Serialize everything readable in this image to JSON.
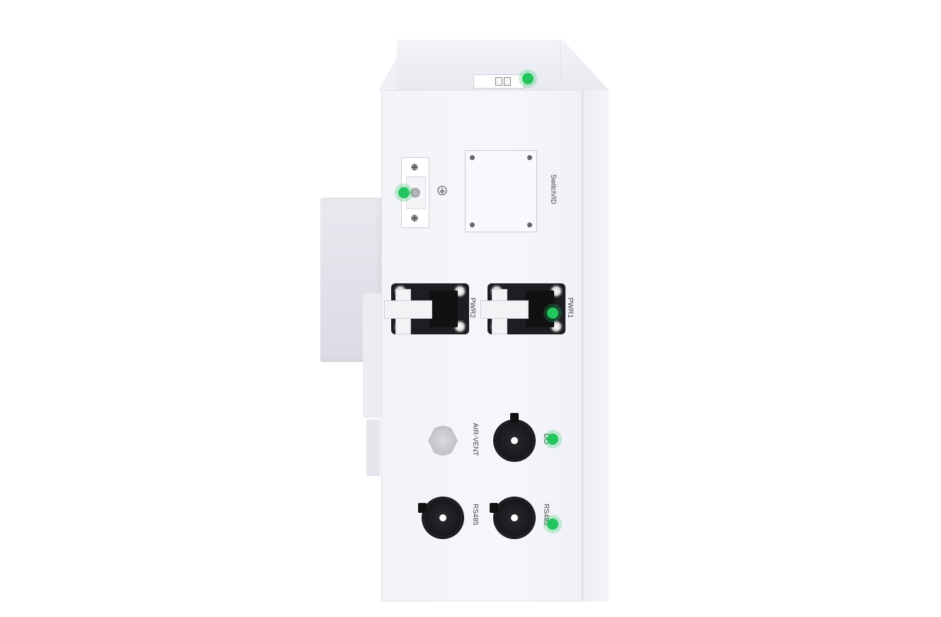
{
  "labels": {
    "switch_id": "Switch/ID",
    "pwr1": "PWR1",
    "pwr2": "PWR2",
    "air_vent": "AIR-VENT",
    "do": "DO",
    "rs485_left": "RS485",
    "rs485_right": "RS485"
  },
  "icons": {
    "earth": "ground-symbol-icon"
  },
  "colors": {
    "hotspot": "#22c55e",
    "device": "#f3f4f8",
    "connector": "#1e1e22"
  }
}
